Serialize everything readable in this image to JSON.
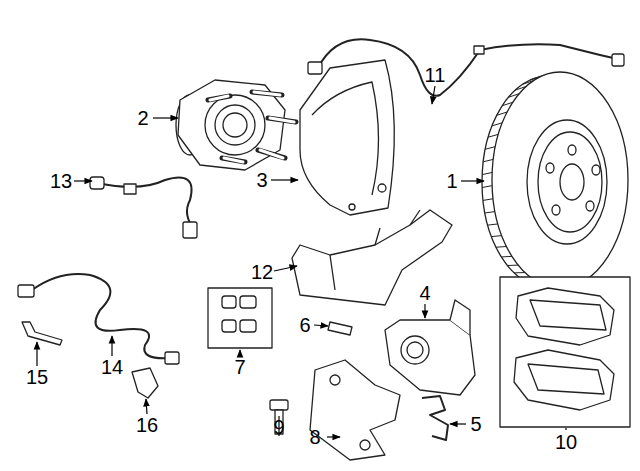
{
  "diagram": {
    "labels": [
      "11",
      "2",
      "3",
      "1",
      "13",
      "12",
      "4",
      "6",
      "14",
      "7",
      "15",
      "16",
      "5",
      "9",
      "8",
      "10"
    ]
  }
}
